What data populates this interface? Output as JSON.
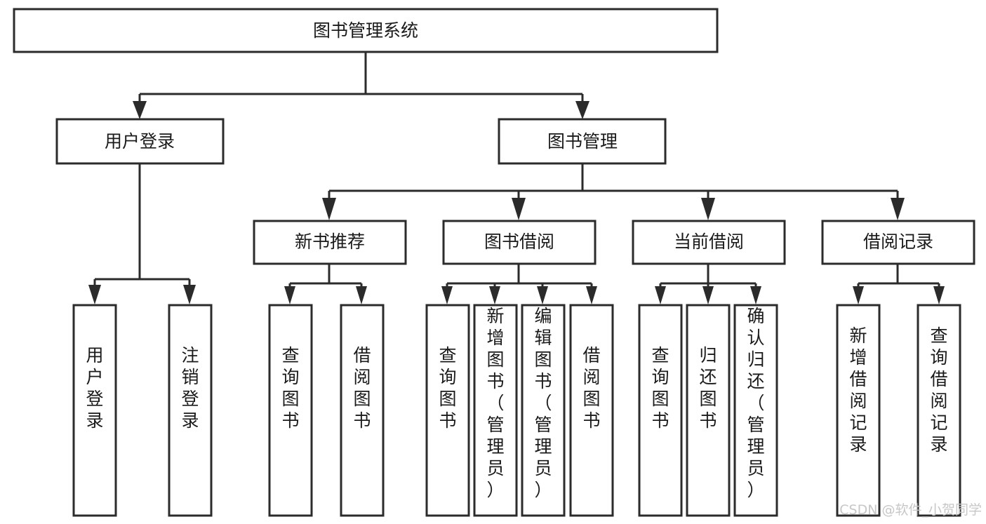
{
  "diagram": {
    "title": "图书管理系统",
    "type": "tree-structure-chart",
    "root": {
      "id": "root",
      "label": "图书管理系统"
    },
    "level2": [
      {
        "id": "user-login",
        "label": "用户登录"
      },
      {
        "id": "book-manage",
        "label": "图书管理"
      }
    ],
    "level3": [
      {
        "id": "new-book-rec",
        "label": "新书推荐",
        "parent": "book-manage"
      },
      {
        "id": "book-borrow",
        "label": "图书借阅",
        "parent": "book-manage"
      },
      {
        "id": "current-borrow",
        "label": "当前借阅",
        "parent": "book-manage"
      },
      {
        "id": "borrow-record",
        "label": "借阅记录",
        "parent": "book-manage"
      }
    ],
    "leaves": [
      {
        "id": "leaf-user-login",
        "label": "用户登录",
        "parent": "user-login"
      },
      {
        "id": "leaf-user-logout",
        "label": "注销登录",
        "parent": "user-login"
      },
      {
        "id": "leaf-rec-query",
        "label": "查询图书",
        "parent": "new-book-rec"
      },
      {
        "id": "leaf-rec-borrow",
        "label": "借阅图书",
        "parent": "new-book-rec"
      },
      {
        "id": "leaf-borrow-query",
        "label": "查询图书",
        "parent": "book-borrow"
      },
      {
        "id": "leaf-borrow-add",
        "label": "新增图书（管理员）",
        "parent": "book-borrow"
      },
      {
        "id": "leaf-borrow-edit",
        "label": "编辑图书（管理员）",
        "parent": "book-borrow"
      },
      {
        "id": "leaf-borrow-lend",
        "label": "借阅图书",
        "parent": "book-borrow"
      },
      {
        "id": "leaf-cur-query",
        "label": "查询图书",
        "parent": "current-borrow"
      },
      {
        "id": "leaf-cur-return",
        "label": "归还图书",
        "parent": "current-borrow"
      },
      {
        "id": "leaf-cur-confirm",
        "label": "确认归还（管理员）",
        "parent": "current-borrow"
      },
      {
        "id": "leaf-rec-add",
        "label": "新增借阅记录",
        "parent": "borrow-record"
      },
      {
        "id": "leaf-rec-search",
        "label": "查询借阅记录",
        "parent": "borrow-record"
      }
    ]
  },
  "watermark": {
    "text": "CSDN @软件_小贺同学"
  },
  "colors": {
    "background": "#ffffff",
    "box_fill": "#ffffff",
    "box_stroke": "#2b2b2b",
    "text": "#1a1a1a",
    "watermark": "#c7c7c7"
  }
}
